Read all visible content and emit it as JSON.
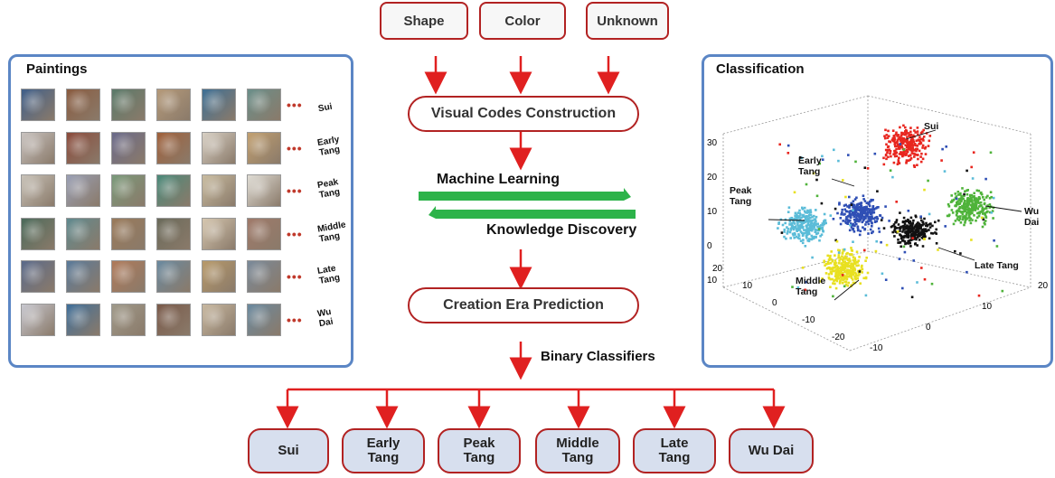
{
  "inputs": [
    "Shape",
    "Color",
    "Unknown"
  ],
  "process": {
    "visual_codes": "Visual Codes Construction",
    "machine_learning": "Machine Learning",
    "knowledge_discovery": "Knowledge Discovery",
    "prediction": "Creation Era Prediction",
    "binary_classifiers": "Binary Classifiers"
  },
  "paintings_panel": {
    "title": "Paintings",
    "eras": [
      "Sui",
      "Early\nTang",
      "Peak\nTang",
      "Middle\nTang",
      "Late\nTang",
      "Wu\nDai"
    ]
  },
  "classification_panel": {
    "title": "Classification",
    "labels": {
      "sui": "Sui",
      "early_tang": "Early\nTang",
      "peak_tang": "Peak\nTang",
      "wu_dai": "Wu\nDai",
      "late_tang": "Late Tang",
      "middle_tang": "Middle\nTang"
    },
    "z_ticks": [
      "30",
      "20",
      "10",
      "0",
      "10"
    ],
    "x_ticks": [
      "20",
      "10",
      "0",
      "-10",
      "-20"
    ],
    "y_ticks": [
      "-10",
      "0",
      "10",
      "20"
    ],
    "cluster_colors": {
      "sui": "#e8261f",
      "early_tang": "#2f4fb5",
      "peak_tang": "#5bbcd8",
      "wu_dai": "#4fb33a",
      "late_tang": "#111111",
      "middle_tang": "#e8e020"
    }
  },
  "outputs": [
    "Sui",
    "Early\nTang",
    "Peak\nTang",
    "Middle\nTang",
    "Late\nTang",
    "Wu Dai"
  ],
  "colors": {
    "arrow_red": "#e02020",
    "panel_blue": "#5b86c5",
    "green": "#2db34a",
    "output_fill": "#d7dfee"
  }
}
